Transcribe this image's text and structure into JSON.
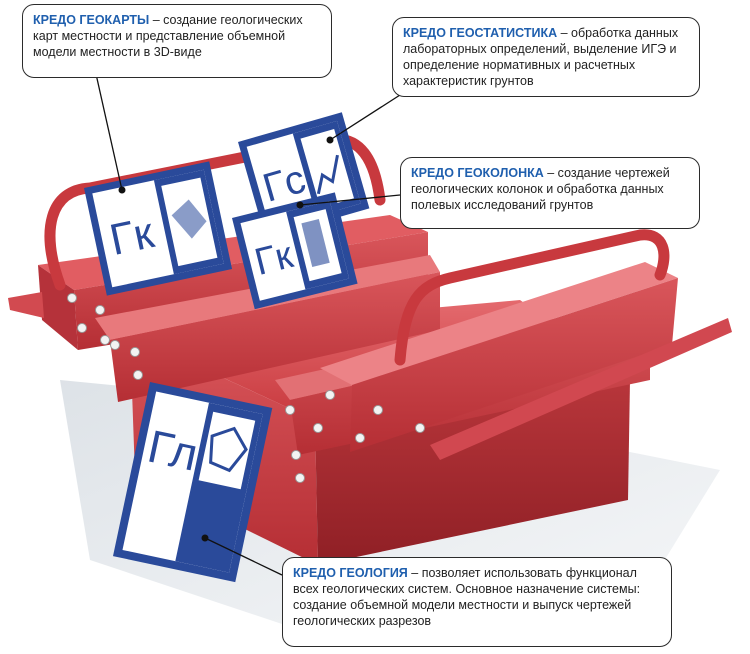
{
  "callouts": [
    {
      "id": "geokarty",
      "title": "КРЕДО ГЕОКАРТЫ",
      "text": " – создание геологических карт местности и представление объемной модели местности в 3D-виде"
    },
    {
      "id": "geostat",
      "title": "КРЕДО ГЕОСТАТИСТИКА",
      "text": " – обработка данных лабораторных определений, выделение ИГЭ и определение нормативных и расчетных характеристик грунтов"
    },
    {
      "id": "geokolonka",
      "title": "КРЕДО ГЕОКОЛОНКА",
      "text": " – создание чертежей геологических колонок и обработка данных полевых исследований грунтов"
    },
    {
      "id": "geologiya",
      "title": "КРЕДО ГЕОЛОГИЯ",
      "text": " – позволяет использовать функционал всех геологических систем. Основное назначение системы: создание объемной модели местности и выпуск чертежей геологических разрезов"
    }
  ],
  "cards": [
    {
      "id": "gk-maps",
      "letters": "Гк"
    },
    {
      "id": "gs",
      "letters": "Гс"
    },
    {
      "id": "gk-column",
      "letters": "Гк"
    },
    {
      "id": "gl",
      "letters": "Гл"
    }
  ],
  "colors": {
    "card_blue": "#2a4a9a",
    "toolbox_red": "#d44a4f",
    "title_blue": "#1f5fae"
  }
}
